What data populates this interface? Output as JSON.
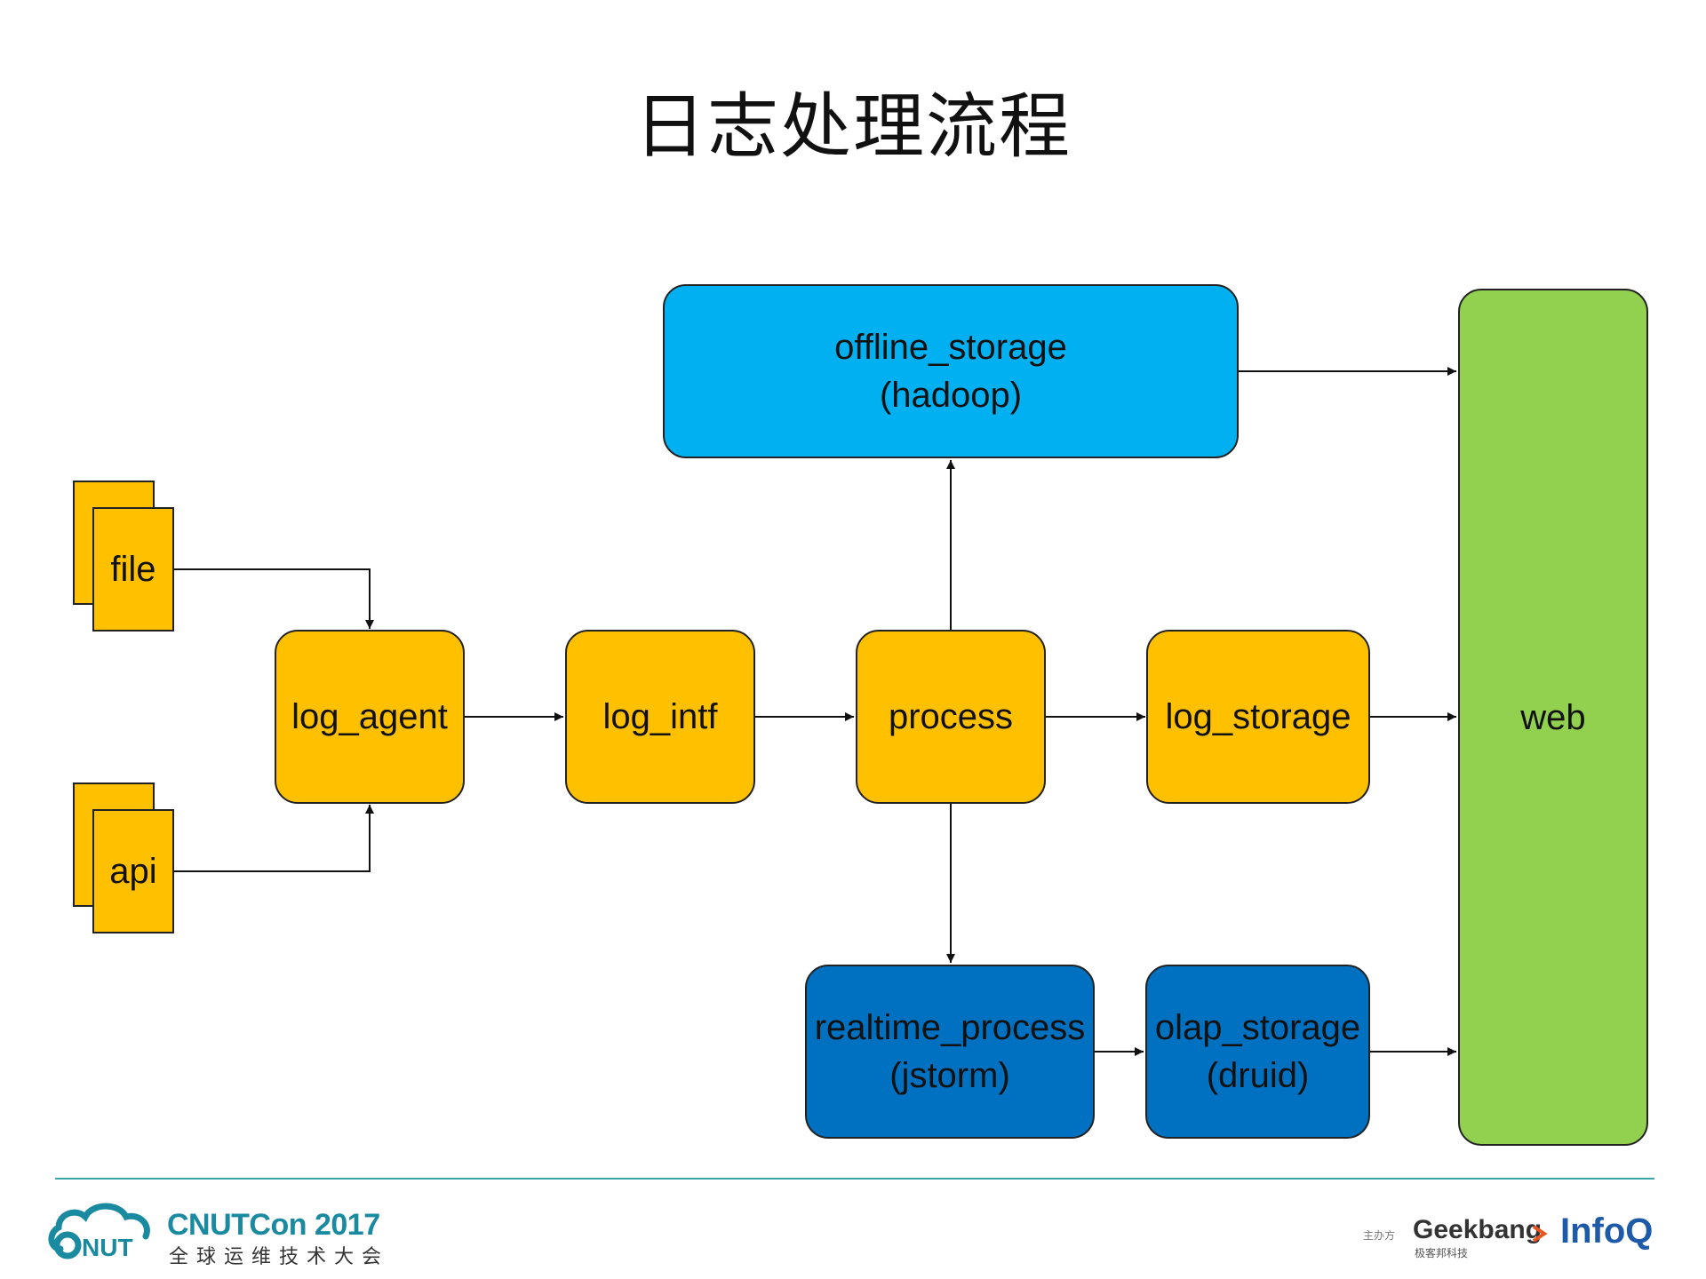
{
  "title": "日志处理流程",
  "nodes": {
    "file": "file",
    "api": "api",
    "log_agent": "log_agent",
    "log_intf": "log_intf",
    "process": "process",
    "log_storage": "log_storage",
    "offline_storage": {
      "line1": "offline_storage",
      "line2": "(hadoop)"
    },
    "realtime_process": {
      "line1": "realtime_process",
      "line2": "(jstorm)"
    },
    "olap_storage": {
      "line1": "olap_storage",
      "line2": "(druid)"
    },
    "web": "web"
  },
  "colors": {
    "source_fill": "#FFC000",
    "offline_fill": "#00B0F0",
    "realtime_fill": "#0070C0",
    "web_fill": "#92D050",
    "footer_line": "#3aa6a8"
  },
  "footer": {
    "conference": "CNUTCon 2017",
    "conference_subtitle": "全球运维技术大会",
    "logo_text": "NUT",
    "sponsor_label": "主办方",
    "geekbang": "Geekbang",
    "geekbang_sub": "极客邦科技",
    "infoq": "InfoQ"
  }
}
